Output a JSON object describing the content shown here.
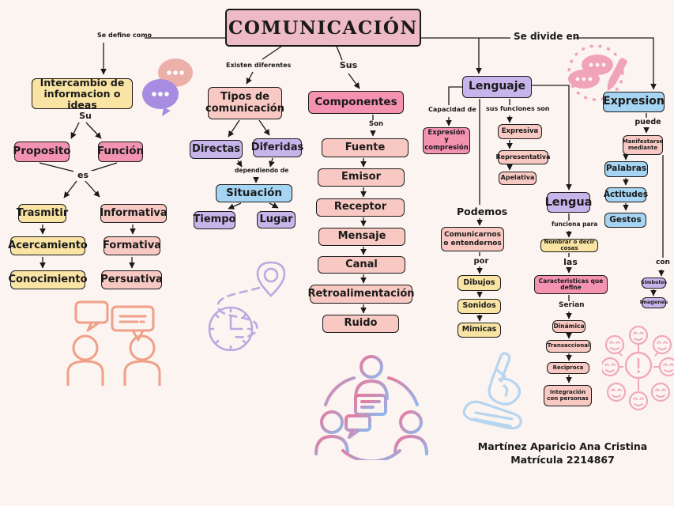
{
  "title": "COMUNICACIÓN",
  "colors": {
    "bg": "#fbf4f0",
    "ink": "#1a1a1a",
    "yellow": "#f9e4a4",
    "salmon": "#f8c8c2",
    "hotpink": "#f492b2",
    "purple": "#c6b4ea",
    "blue": "#a5d5f3",
    "titlepink": "#eebac6"
  },
  "connectors": {
    "se_define_como": "Se define como",
    "su": "Su",
    "es": "es",
    "existen_diferentes": "Existen diferentes",
    "dependiendo_de": "dependiendo de",
    "sus": "Sus",
    "son": "Son",
    "se_divide_en": "Se divide en",
    "capacidad_de": "Capacidad  de",
    "sus_funciones_son": "sus funciones son",
    "podemos": "Podemos",
    "por": "por",
    "funciona_para": "funciona para",
    "las": "las",
    "serian": "Serian",
    "puede": "puede",
    "con": "con"
  },
  "nodes": {
    "intercambio": "Intercambio de informacion o ideas",
    "proposito": "Proposito",
    "funcion": "Función",
    "trasmitir": "Trasmitir",
    "informativa": "Informativa",
    "acercamiento": "Acercamiento",
    "formativa": "Formativa",
    "conocimiento": "Conocimiento",
    "persuativa": "Persuativa",
    "tipos_comunicacion": "Tipos de comunicación",
    "directas": "Directas",
    "diferidas": "Diferidas",
    "situacion": "Situación",
    "tiempo": "Tiempo",
    "lugar": "Lugar",
    "componentes": "Componentes",
    "fuente": "Fuente",
    "emisor": "Emisor",
    "receptor": "Receptor",
    "mensaje": "Mensaje",
    "canal": "Canal",
    "retroalimentacion": "Retroalimentación",
    "ruido": "Ruido",
    "lenguaje": "Lenguaje",
    "expresion_compresion": "Expresión y compresión",
    "expresiva": "Expresiva",
    "representativa": "Representativa",
    "apelativa": "Apelativa",
    "comunicarnos": "Comunicarnos o entendernos",
    "dibujos": "Dibujos",
    "sonidos": "Sonidos",
    "mimicas": "Mimicas",
    "lengua": "Lengua",
    "nombrar": "Nombrar o decir cosas",
    "caracteristicas": "Caracteristicas que define",
    "dinamica": "Dinámica",
    "transaccional": "Transaccional",
    "reciproca": "Reciproca",
    "integracion": "Integración con personas",
    "expresion": "Expresion",
    "manifestarse": "Manifestarse mediante",
    "palabras": "Palabras",
    "actitudes": "Actitudes",
    "gestos": "Gestos",
    "simbolos": "Simbolos",
    "imagenes": "Imagenes"
  },
  "author": {
    "line1": "Martínez Aparicio Ana Cristina",
    "line2": "Matrícula 2214867"
  }
}
